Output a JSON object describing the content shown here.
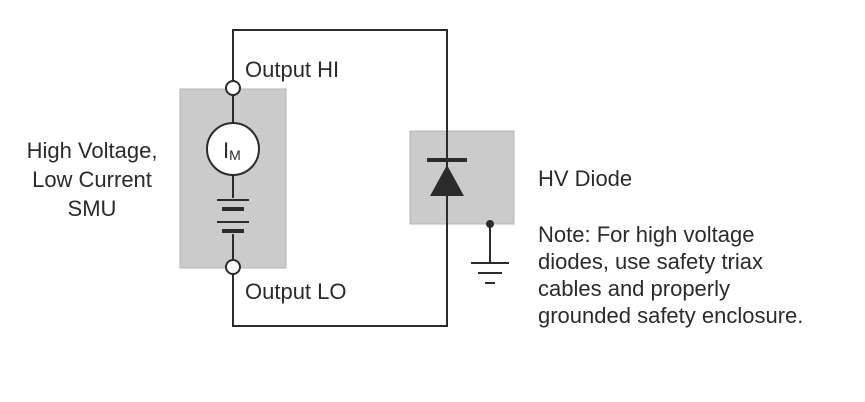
{
  "labels": {
    "output_hi": "Output HI",
    "output_lo": "Output LO",
    "smu_lines": [
      "High Voltage,",
      "Low Current",
      "SMU"
    ],
    "hv_diode": "HV Diode",
    "note_lines": [
      "Note: For high voltage",
      "diodes, use safety triax",
      "cables and properly",
      "grounded safety enclosure."
    ]
  },
  "ammeter": {
    "symbol": "I",
    "subscript": "M"
  },
  "colors": {
    "box_fill": "#cbcbcb",
    "box_stroke": "#b5b5b5",
    "wire": "#2b2b2b",
    "text": "#2b2b2b",
    "background": "#ffffff"
  }
}
